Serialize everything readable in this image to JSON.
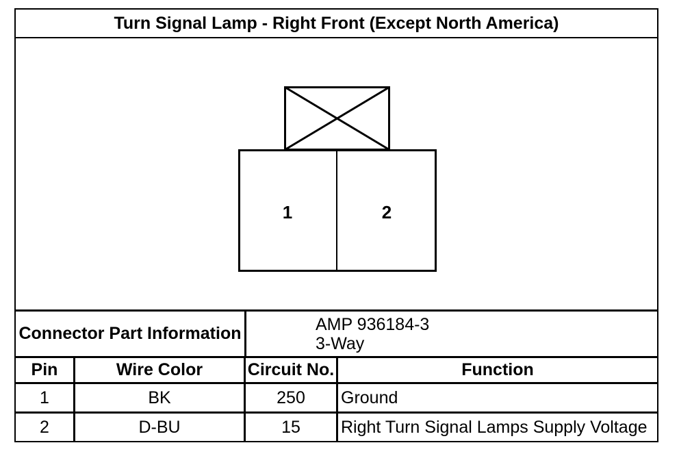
{
  "title": "Turn Signal Lamp - Right Front (Except North America)",
  "connector": {
    "pin1_label": "1",
    "pin2_label": "2"
  },
  "part_info": {
    "label": "Connector Part Information",
    "part_number": "AMP 936184-3",
    "way_count": "3-Way"
  },
  "pin_table": {
    "headers": [
      "Pin",
      "Wire Color",
      "Circuit No.",
      "Function"
    ],
    "rows": [
      {
        "pin": "1",
        "wire_color": "BK",
        "circuit_no": "250",
        "function": "Ground"
      },
      {
        "pin": "2",
        "wire_color": "D-BU",
        "circuit_no": "15",
        "function": "Right Turn Signal Lamps Supply Voltage"
      }
    ]
  },
  "colors": {
    "foreground": "#000000",
    "background": "#ffffff"
  }
}
